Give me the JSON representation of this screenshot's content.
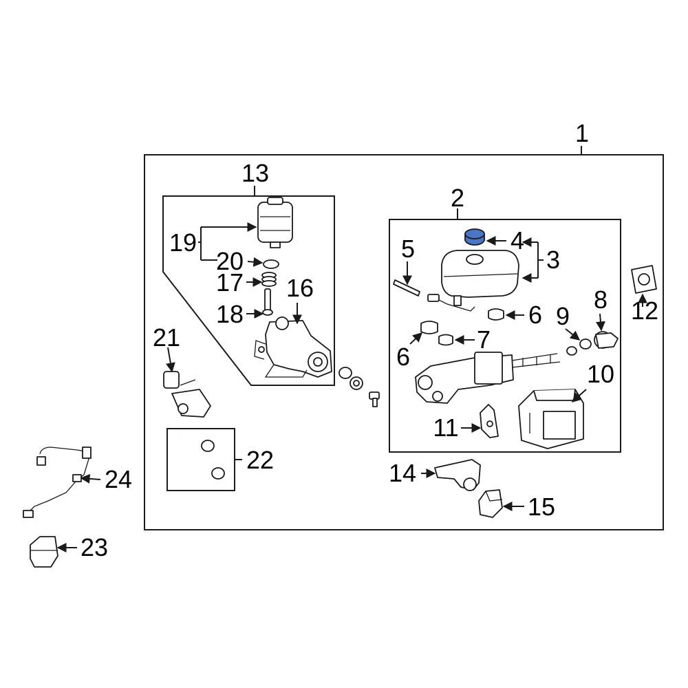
{
  "diagram": {
    "highlight_color": "#4a76c8",
    "outline_color": "#1a1a1a",
    "background": "#ffffff",
    "highlighted_part": "4",
    "callouts": [
      {
        "id": "c1",
        "label": "1"
      },
      {
        "id": "c2",
        "label": "2"
      },
      {
        "id": "c3",
        "label": "3"
      },
      {
        "id": "c4",
        "label": "4"
      },
      {
        "id": "c5",
        "label": "5"
      },
      {
        "id": "c6a",
        "label": "6"
      },
      {
        "id": "c6b",
        "label": "6"
      },
      {
        "id": "c7",
        "label": "7"
      },
      {
        "id": "c8",
        "label": "8"
      },
      {
        "id": "c9",
        "label": "9"
      },
      {
        "id": "c10",
        "label": "10"
      },
      {
        "id": "c11",
        "label": "11"
      },
      {
        "id": "c12",
        "label": "12"
      },
      {
        "id": "c13",
        "label": "13"
      },
      {
        "id": "c14",
        "label": "14"
      },
      {
        "id": "c15",
        "label": "15"
      },
      {
        "id": "c16",
        "label": "16"
      },
      {
        "id": "c17",
        "label": "17"
      },
      {
        "id": "c18",
        "label": "18"
      },
      {
        "id": "c19",
        "label": "19"
      },
      {
        "id": "c20",
        "label": "20"
      },
      {
        "id": "c21",
        "label": "21"
      },
      {
        "id": "c22",
        "label": "22"
      },
      {
        "id": "c23",
        "label": "23"
      },
      {
        "id": "c24",
        "label": "24"
      }
    ]
  }
}
